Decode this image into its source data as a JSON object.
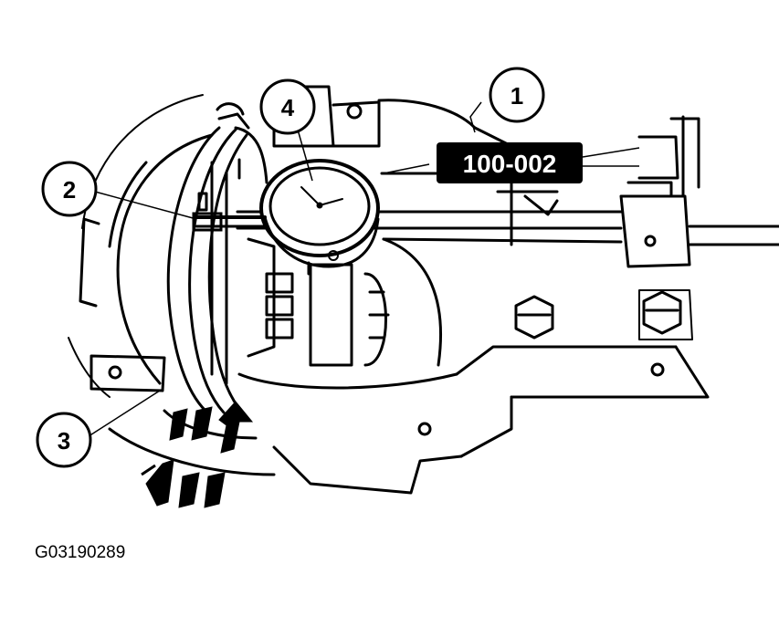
{
  "callouts": [
    {
      "id": "1",
      "label": "1"
    },
    {
      "id": "2",
      "label": "2"
    },
    {
      "id": "3",
      "label": "3"
    },
    {
      "id": "4",
      "label": "4"
    }
  ],
  "tool_label": "100-002",
  "figure_id": "G03190289",
  "colors": {
    "ink": "#000000",
    "paper": "#ffffff"
  }
}
